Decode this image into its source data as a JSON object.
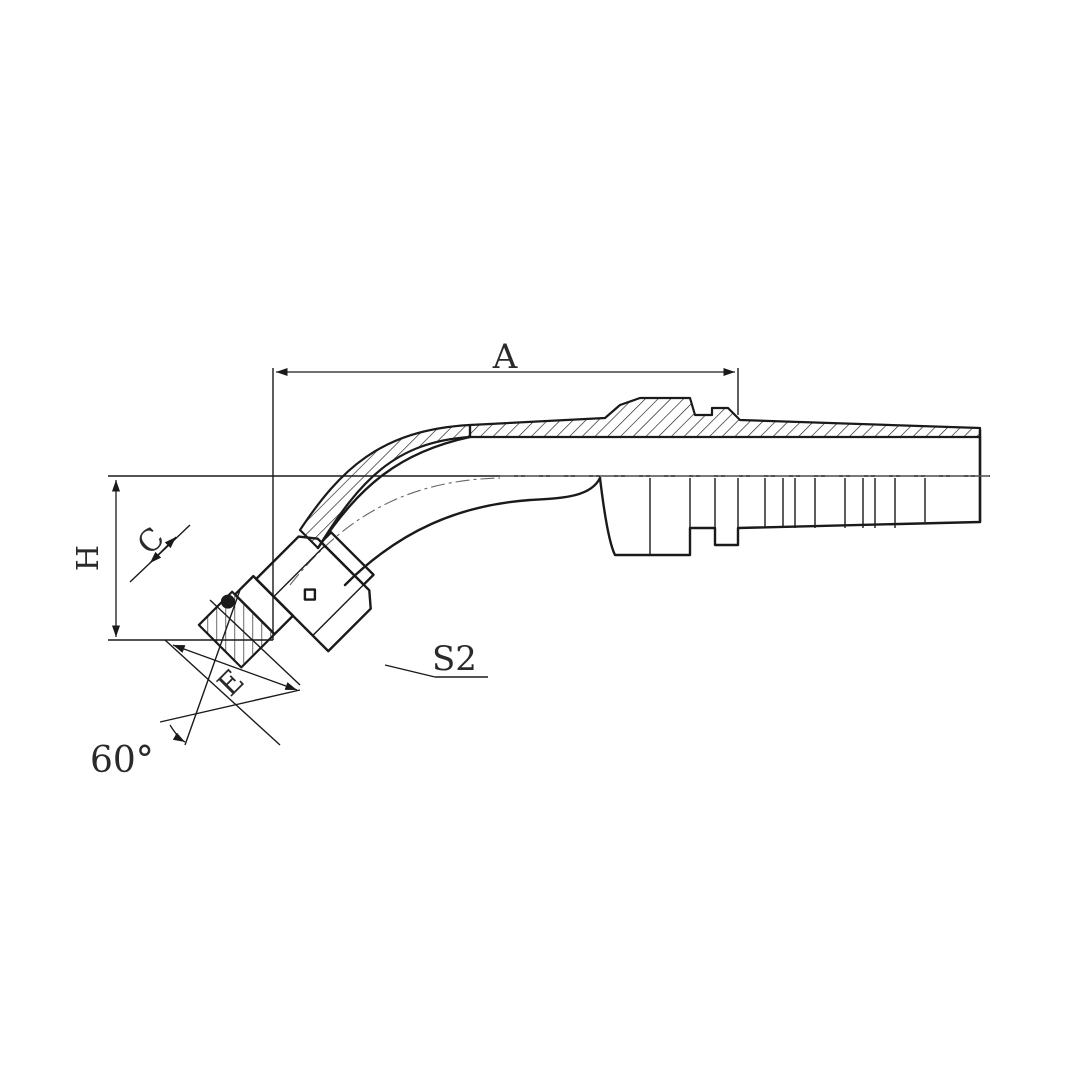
{
  "diagram": {
    "labels": {
      "length": "A",
      "height": "H",
      "chamfer": "C",
      "thread": "E",
      "hex": "S2",
      "angle": "60°"
    }
  }
}
